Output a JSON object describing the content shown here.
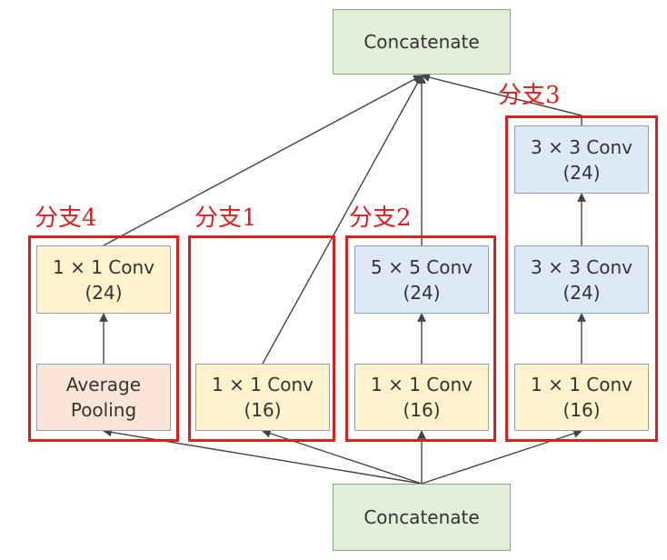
{
  "nodes": {
    "concat_top": {
      "label": "Concatenate"
    },
    "concat_bottom": {
      "label": "Concatenate"
    },
    "b4_pool": {
      "line1": "Average",
      "line2": "Pooling"
    },
    "b4_conv": {
      "line1": "1 × 1 Conv",
      "line2": "(24)"
    },
    "b1_conv": {
      "line1": "1 × 1 Conv",
      "line2": "(16)"
    },
    "b2_conv1": {
      "line1": "1 × 1 Conv",
      "line2": "(16)"
    },
    "b2_conv5": {
      "line1": "5 × 5 Conv",
      "line2": "(24)"
    },
    "b3_conv1": {
      "line1": "1 × 1 Conv",
      "line2": "(16)"
    },
    "b3_conv3a": {
      "line1": "3 × 3 Conv",
      "line2": "(24)"
    },
    "b3_conv3b": {
      "line1": "3 × 3 Conv",
      "line2": "(24)"
    }
  },
  "branches": {
    "b1": "分支1",
    "b2": "分支2",
    "b3": "分支3",
    "b4": "分支4"
  },
  "colors": {
    "green_fill": "#e2efda",
    "yellow_fill": "#fff2cc",
    "blue_fill": "#dde9f6",
    "pink_fill": "#fbe5d6",
    "highlight_red": "#e01e1e",
    "arrow": "#444444"
  }
}
